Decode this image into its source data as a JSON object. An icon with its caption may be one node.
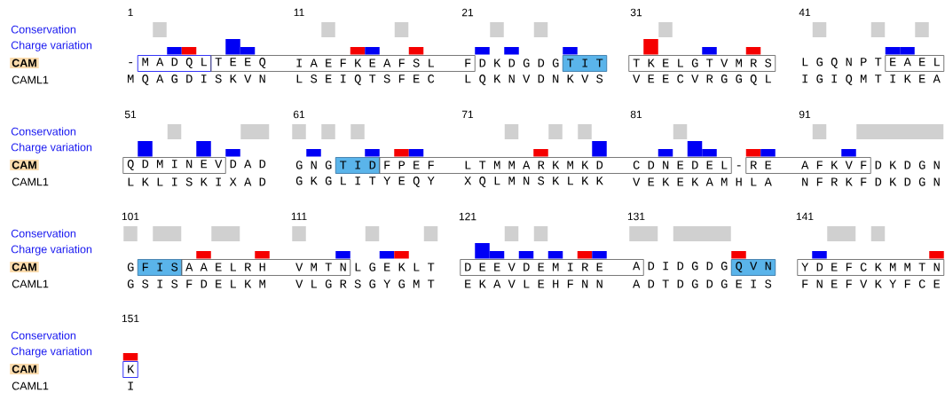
{
  "diagram": {
    "labels": [
      "1",
      "11",
      "21",
      "31",
      "41",
      "Conservation",
      "Charge variation",
      "CAM",
      "- M A D Q L T E E Q",
      "I A E F K E A F S L",
      "F D K D G D G T I T",
      "T K E L G T V M R S",
      "L G Q N P T E A E L",
      "CAML1",
      "M Q A G D I S K V N",
      "L S E I Q T S F E C",
      "L Q K N V D N K V S",
      "V E E C V R G G Q L",
      "I G I Q M T I K E A",
      "51",
      "61",
      "71",
      "81",
      "91",
      "Conservation",
      "Charge variation",
      "CAM",
      "Q D M I N E V D A D",
      "G N G T I D F P E F",
      "L T M M A R K M K D",
      "C D N E D E L - R E",
      "A F K V F D K D G N",
      "CAML1",
      "L K L I S K I X A D",
      "G K G L I T Y E Q Y",
      "X Q L M N S K L K K",
      "V E K E K A M H L A",
      "N F R K F D K D G N",
      "101",
      "111",
      "121",
      "131",
      "141",
      "Conservation",
      "Charge variation",
      "CAM",
      "G F I S A A E L R H",
      "V M T N L G E K L T",
      "D E E V D E M I R E",
      "A D I D G D G Q V N",
      "Y D E F C K M M T N",
      "CAML1",
      "G S I S F D E L K M",
      "V L G R S G Y G M T",
      "E K A V L E H F N N",
      "A D T D G D G E I S",
      "F N E F V K Y F C E",
      "151",
      "Conservation",
      "Charge variation",
      "CAM",
      "K",
      "CAML1",
      "I"
    ]
  }
}
